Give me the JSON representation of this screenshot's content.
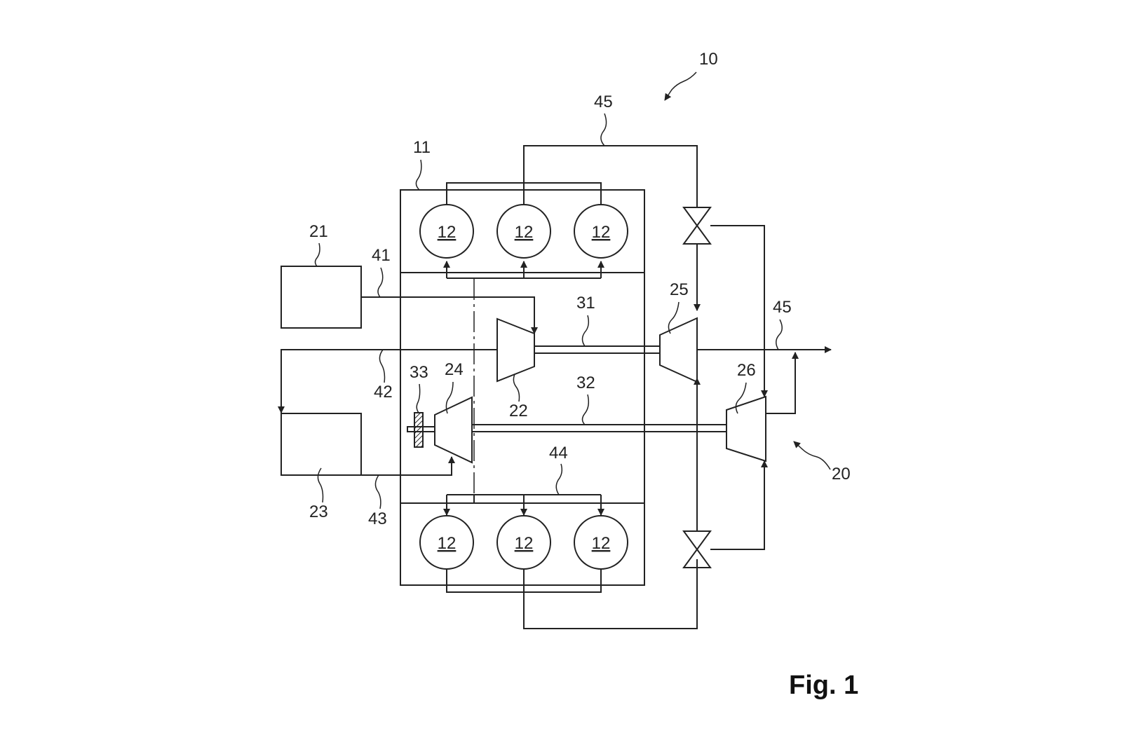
{
  "figure": {
    "caption": "Fig. 1",
    "labels": {
      "system": "10",
      "engine_block": "11",
      "cylinder": "12",
      "turbo_system": "20",
      "unit_21": "21",
      "compressor_22": "22",
      "unit_23": "23",
      "compressor_24": "24",
      "turbine_25": "25",
      "turbine_26": "26",
      "shaft_31": "31",
      "shaft_32": "32",
      "element_33": "33",
      "line_41": "41",
      "line_42": "42",
      "line_43": "43",
      "line_44": "44",
      "line_45": "45"
    }
  }
}
